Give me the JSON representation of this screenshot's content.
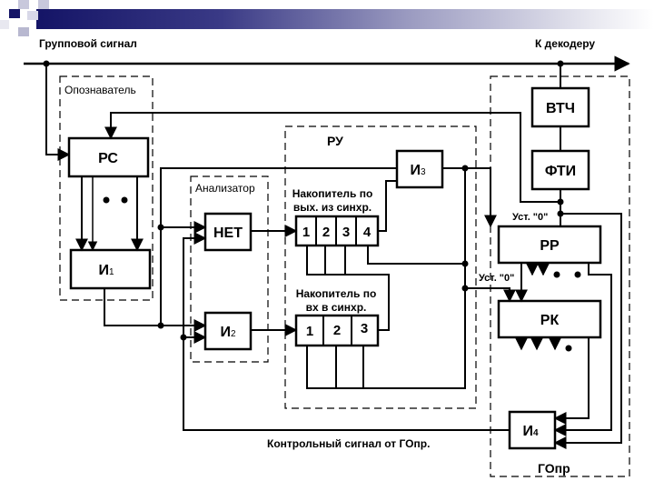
{
  "diagram": {
    "signals": {
      "group_signal": "Групповой сигнал",
      "to_decoder": "К декодеру",
      "control_signal": "Контрольный сигнал от ГОпр."
    },
    "groups": {
      "recognizer": "Опознаватель",
      "analyzer": "Анализатор",
      "ru": "РУ",
      "gopr": "ГОпр"
    },
    "blocks": {
      "rs": "РС",
      "i1": "И",
      "i1_sub": "1",
      "net": "НЕТ",
      "i2": "И",
      "i2_sub": "2",
      "i3": "И",
      "i3_sub": "3",
      "i4": "И",
      "i4_sub": "4",
      "vtch": "ВТЧ",
      "fti": "ФТИ",
      "rr": "РР",
      "rk": "РК"
    },
    "accumulator_out": {
      "title_line1": "Накопитель по",
      "title_line2": "вых. из синхр.",
      "cells": [
        "1",
        "2",
        "3",
        "4"
      ]
    },
    "accumulator_in": {
      "title_line1": "Накопитель по",
      "title_line2": "вх в синхр.",
      "cells": [
        "1",
        "2",
        "3"
      ]
    },
    "reset_labels": {
      "rr_reset": "Уст. \"0\"",
      "rk_reset": "Уст. \"0\""
    },
    "colors": {
      "header_dark": "#141466",
      "header_mid": "#6a6aa8",
      "line": "#000000"
    }
  }
}
